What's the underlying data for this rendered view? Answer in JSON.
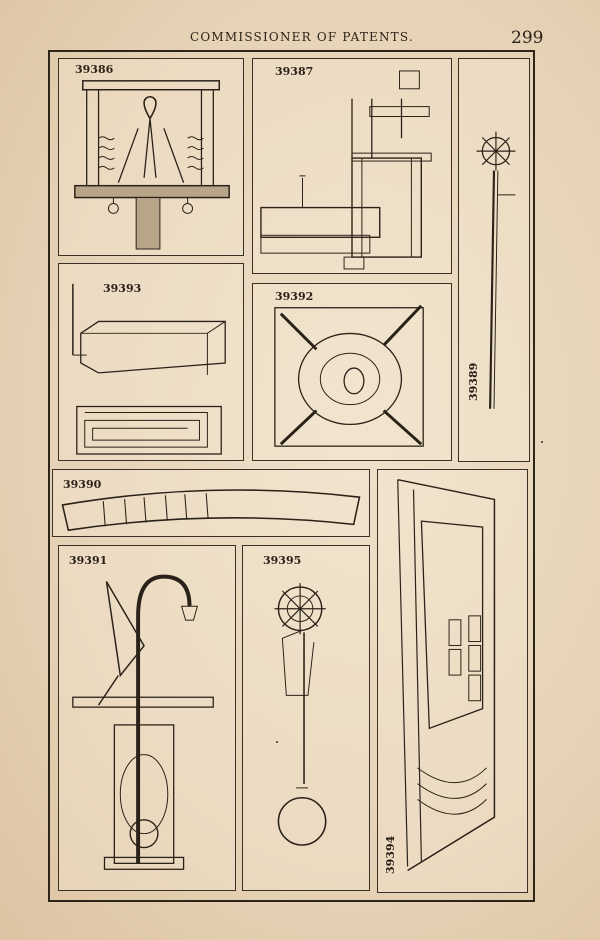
{
  "page": {
    "running_head": "COMMISSIONER OF PATENTS.",
    "page_number": "299"
  },
  "figures": [
    {
      "number": "39386"
    },
    {
      "number": "39387"
    },
    {
      "number": "39389"
    },
    {
      "number": "39393"
    },
    {
      "number": "39392"
    },
    {
      "number": "39390"
    },
    {
      "number": "39391"
    },
    {
      "number": "39395"
    },
    {
      "number": "39394"
    }
  ]
}
